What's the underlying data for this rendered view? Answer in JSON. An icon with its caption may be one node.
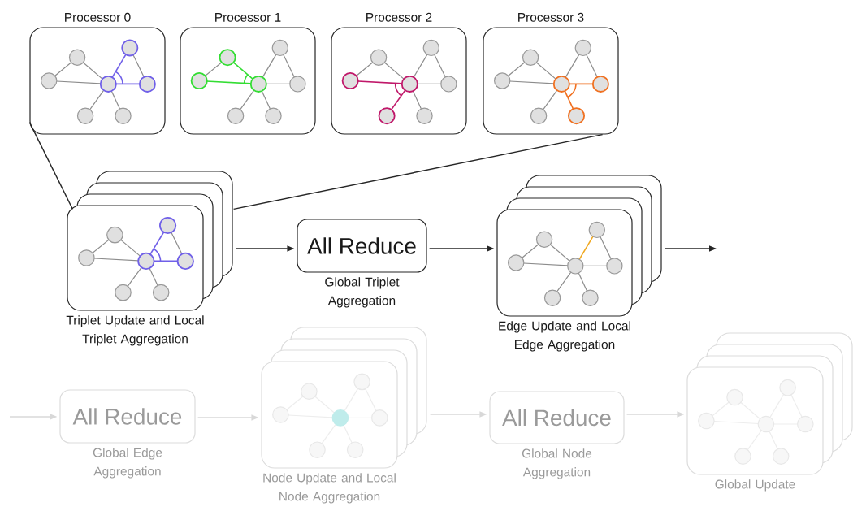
{
  "diagram": {
    "nodes": [
      {
        "text": [
          "Processor 0"
        ]
      },
      {
        "text": [
          "Processor 1"
        ]
      },
      {
        "text": [
          "Processor 2"
        ]
      },
      {
        "text": [
          "Processor 3"
        ]
      },
      {
        "text": [
          "Triplet Update and Local Triplet Aggregation"
        ]
      },
      {
        "text": [
          "All Reduce"
        ],
        "beside": [
          "Global Triplet Aggregation"
        ]
      },
      {
        "text": [
          "Edge Update and Local Edge Aggregation"
        ]
      },
      {
        "text": [
          "All Reduce"
        ],
        "beside": [
          "Global Edge Aggregation"
        ]
      },
      {
        "text": [
          "Node Update and Local Node Aggregation"
        ]
      },
      {
        "text": [
          "All Reduce"
        ],
        "beside": [
          "Global Node Aggregation"
        ]
      },
      {
        "text": [
          "Global Update"
        ]
      }
    ],
    "edges": [
      {
        "from": 0,
        "to": 4,
        "arrow": "none"
      },
      {
        "from": 3,
        "to": 4,
        "arrow": "none"
      },
      {
        "from": 4,
        "to": 5,
        "arrow": "to"
      },
      {
        "from": 5,
        "to": 6,
        "arrow": "to"
      },
      {
        "from": 6,
        "to": null,
        "arrow": "to"
      },
      {
        "from": null,
        "to": 7,
        "arrow": "to",
        "color": "#d8d8d8"
      },
      {
        "from": 7,
        "to": 8,
        "arrow": "to",
        "color": "#d8d8d8"
      },
      {
        "from": 8,
        "to": 9,
        "arrow": "to",
        "color": "#d8d8d8"
      },
      {
        "from": 9,
        "to": 10,
        "arrow": "to",
        "color": "#d8d8d8"
      }
    ]
  }
}
